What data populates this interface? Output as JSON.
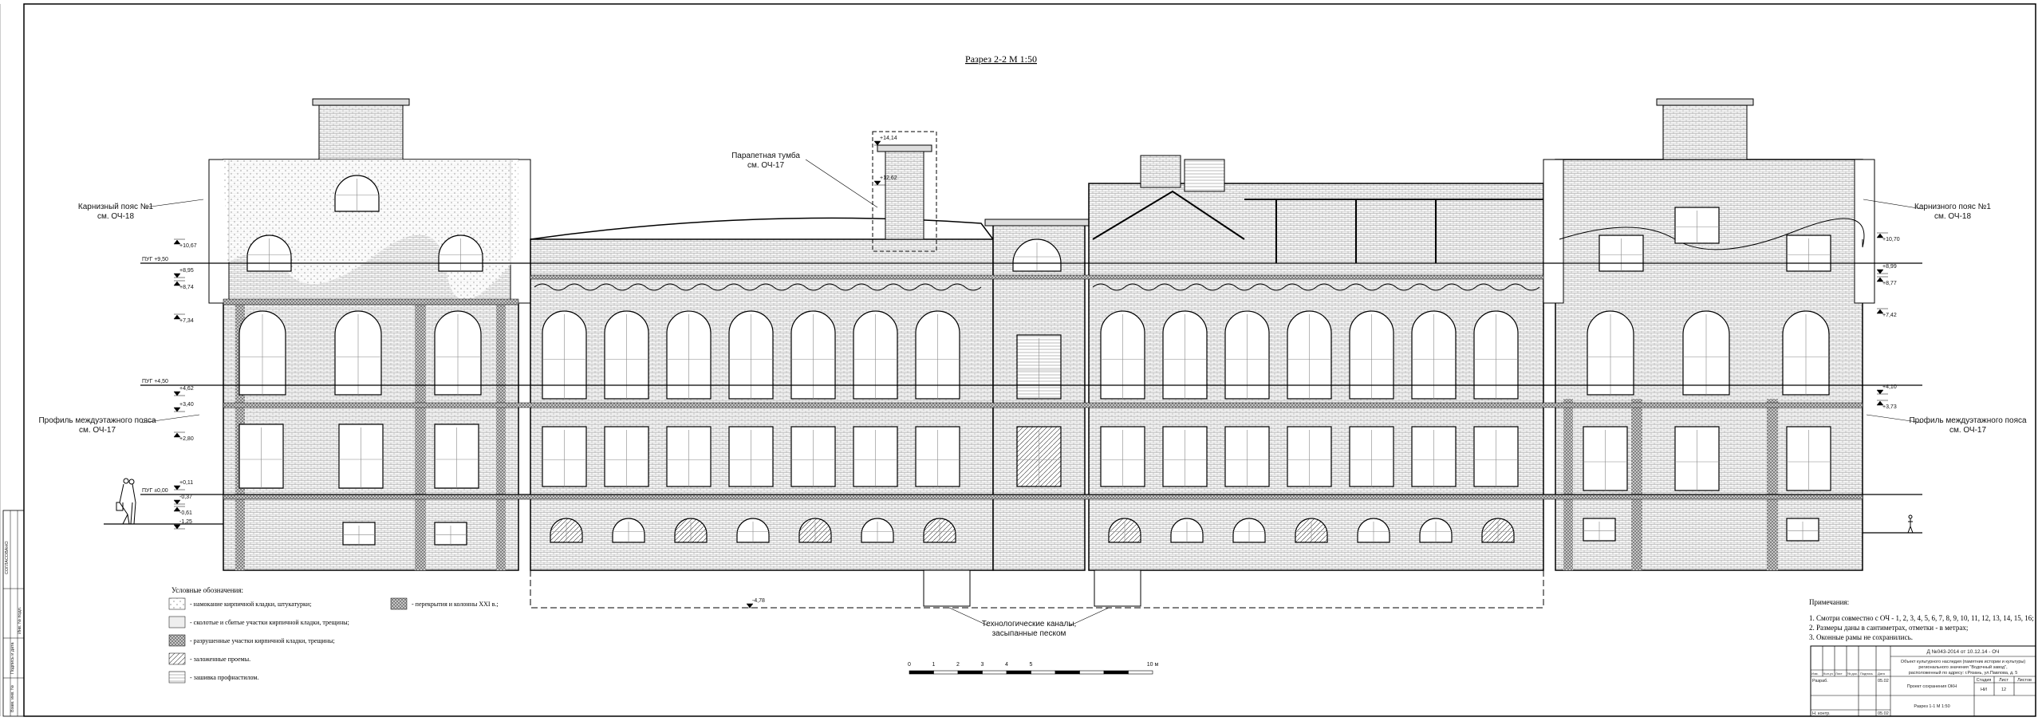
{
  "title": "Разрез 2-2  М 1:50",
  "callouts": {
    "cornice_left": [
      "Карнизный пояс №1",
      "см. ОЧ-18"
    ],
    "cornice_right": [
      "Карнизного пояс №1",
      "см. ОЧ-18"
    ],
    "profile_left": [
      "Профиль междуэтажного пояса",
      "см. ОЧ-17"
    ],
    "profile_right": [
      "Профиль междуэтажного пояса",
      "см. ОЧ-17"
    ],
    "parapet": [
      "Парапетная тумба",
      "см. ОЧ-17"
    ],
    "channels": [
      "Технологические каналы,",
      "засыпанные песком"
    ]
  },
  "levels": [
    "ПУГ +9,50",
    "ПУГ +4,50",
    "ПУГ ±0,00"
  ],
  "marks_left": [
    "+10,67",
    "+8,95",
    "+8,74",
    "+7,34",
    "+4,62",
    "+3,40",
    "+2,80",
    "+0,11",
    "-0,37",
    "-0,61",
    "-1,25"
  ],
  "marks_right": [
    "+10,70",
    "+8,99",
    "+8,77",
    "+7,42",
    "+4,10",
    "+3,73"
  ],
  "marks_center": [
    "+14,14",
    "+12,62",
    "-4,78"
  ],
  "legend": {
    "title": "Условные обозначения:",
    "items": [
      "- намокание кирпичной кладки, штукатурки;",
      "- сколотые и сбитые участки кирпичной кладки, трещины;",
      "- разрушенные участки кирпичной кладки, трещины;",
      "- заложенные проемы.",
      "- зашивка профнастилом.",
      "- перекрытия и колонны XXI в.;"
    ]
  },
  "notes": {
    "title": "Примечания:",
    "items": [
      "1. Смотри совместно с ОЧ - 1, 2, 3, 4, 5, 6, 7, 8, 9, 10, 11, 12, 13, 14, 15, 16;",
      "2. Размеры даны в сантиметрах, отметки - в метрах;",
      "3. Оконные рамы не сохранились."
    ]
  },
  "scale_bar": {
    "labels": [
      "0",
      "1",
      "2",
      "3",
      "4",
      "5",
      "10 м"
    ]
  },
  "title_block": {
    "code": "Д №043-2014 от 10.12.14 - ОЧ",
    "object": [
      "Объект культурного наследия (памятник истории и культуры)",
      "регионального значения \"Водочный завод\",",
      "расположенный по адресу: г.Рязань, ул.Павлова, д. 5"
    ],
    "headers": [
      "Изм.",
      "Кол.уч",
      "Лист",
      "№ док.",
      "Подпись",
      "Дата"
    ],
    "developer": "Разраб.",
    "developer_date": "05.02",
    "norm_control": "Н. контр.",
    "norm_date": "05.02",
    "project": "Проект сохранения ОКН",
    "stage_h": "Стадия",
    "sheet_h": "Лист",
    "sheets_h": "Листов",
    "stage": "НИ",
    "sheet": "12",
    "drawing": "Разрез 1-1 М 1:50"
  },
  "stamp": [
    "СОГЛАСОВАНО",
    "Взам. инв. №",
    "Подпись и дата",
    "Инв. № подл."
  ]
}
